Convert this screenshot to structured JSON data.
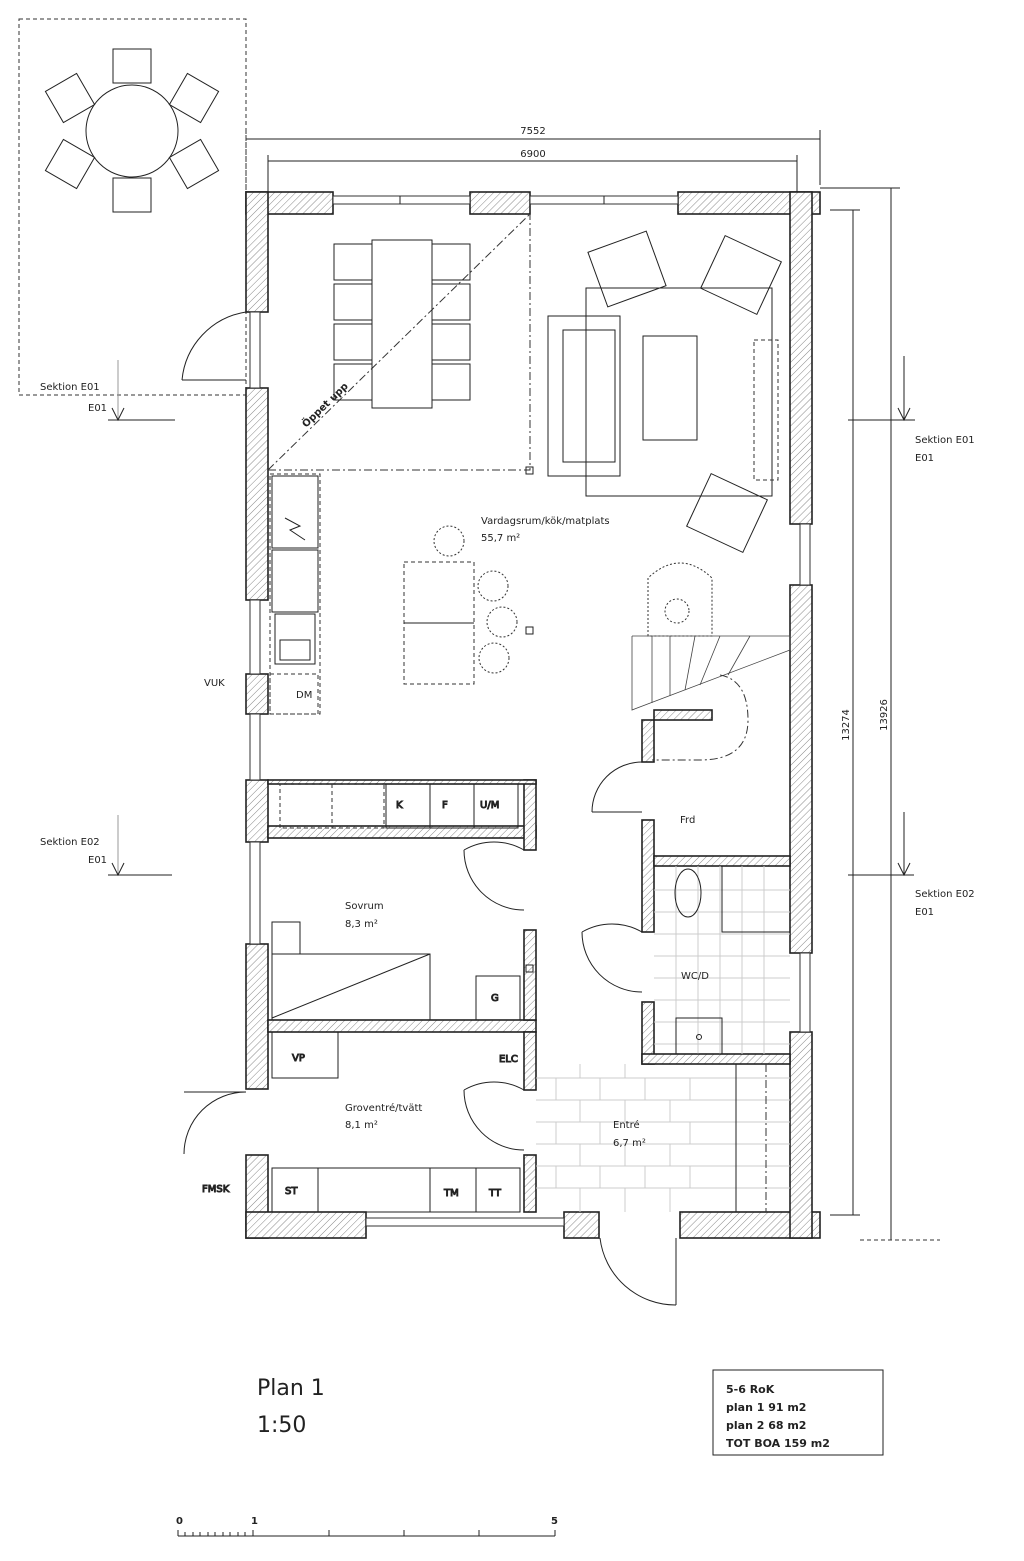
{
  "plan": {
    "title": "Plan 1",
    "scale": "1:50"
  },
  "dimensions": {
    "outer_width": "7552",
    "inner_width": "6900",
    "inner_height": "13274",
    "outer_height": "13926"
  },
  "sections": [
    {
      "label": "Sektion E01",
      "ref": "E01",
      "side": "left"
    },
    {
      "label": "Sektion E01",
      "ref": "E01",
      "side": "right"
    },
    {
      "label": "Sektion E02",
      "ref": "E01",
      "side": "left"
    },
    {
      "label": "Sektion E02",
      "ref": "E01",
      "side": "right"
    }
  ],
  "rooms": [
    {
      "name": "Vardagsrum/kök/matplats",
      "area": "55,7 m²"
    },
    {
      "name": "Sovrum",
      "area": "8,3 m²"
    },
    {
      "name": "Groventré/tvätt",
      "area": "8,1 m²"
    },
    {
      "name": "Entré",
      "area": "6,7 m²"
    },
    {
      "name": "WC/D",
      "area": ""
    },
    {
      "name": "Frd",
      "area": ""
    }
  ],
  "annotations": {
    "open_above": "Öppet upp",
    "vuk": "VUK",
    "fmsk": "FMSK",
    "dm": "DM",
    "k": "K",
    "f": "F",
    "um": "U/M",
    "g": "G",
    "vp": "VP",
    "elc": "ELC",
    "st": "ST",
    "tm": "TM",
    "tt": "TT"
  },
  "info_box": {
    "lines": [
      "5-6 RoK",
      "plan 1 91 m2",
      "plan 2 68 m2",
      "TOT BOA 159 m2"
    ]
  },
  "scale_bar": {
    "ticks": [
      "0",
      "1",
      "5"
    ]
  }
}
